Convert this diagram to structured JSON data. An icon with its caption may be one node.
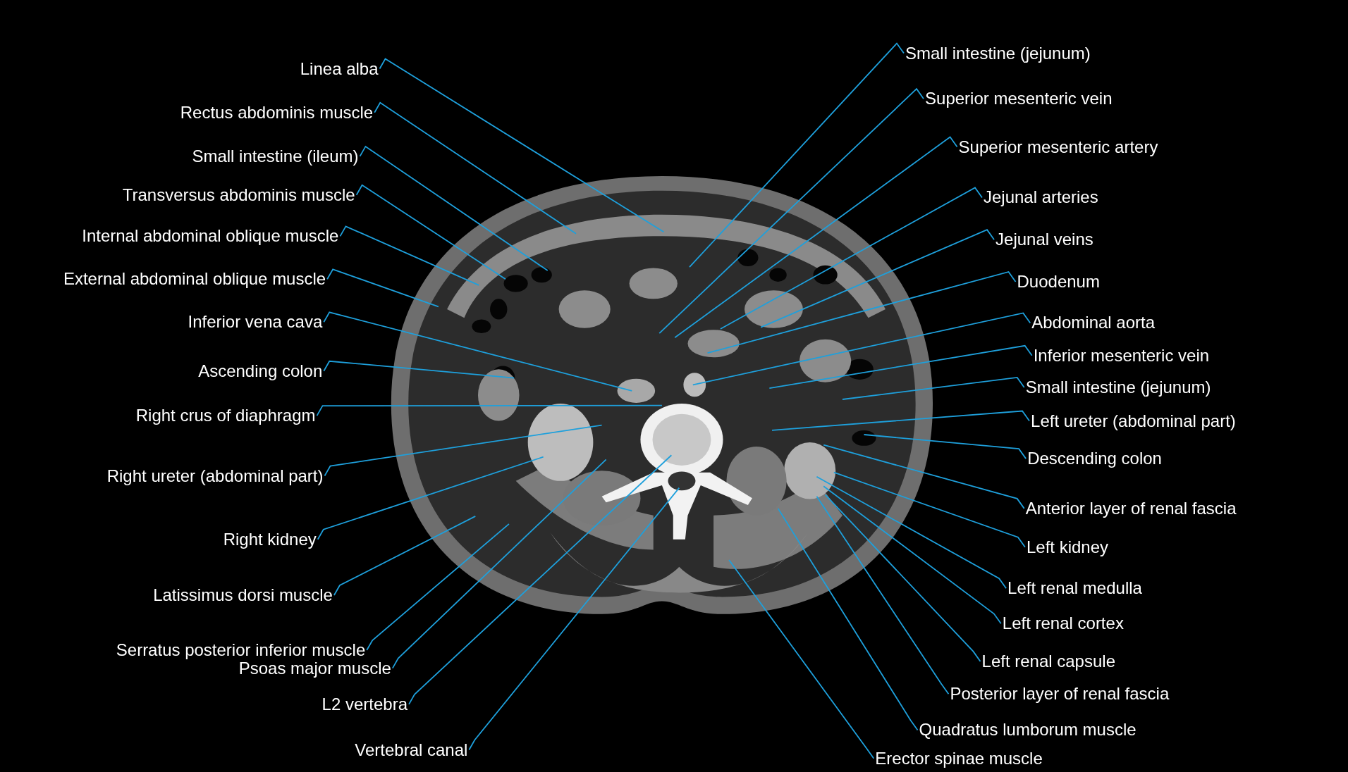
{
  "diagram": {
    "nodes": [
      {
        "text": [
          "Linea alba"
        ]
      },
      {
        "text": [
          "Rectus abdominis muscle"
        ]
      },
      {
        "text": [
          "Small intestine (ileum)"
        ]
      },
      {
        "text": [
          "Transversus abdominis muscle"
        ]
      },
      {
        "text": [
          "Internal abdominal oblique muscle"
        ]
      },
      {
        "text": [
          "External abdominal oblique muscle"
        ]
      },
      {
        "text": [
          "Inferior vena cava"
        ]
      },
      {
        "text": [
          "Ascending colon"
        ]
      },
      {
        "text": [
          "Right crus of diaphragm"
        ]
      },
      {
        "text": [
          "Right ureter (abdominal part)"
        ]
      },
      {
        "text": [
          "Right kidney"
        ]
      },
      {
        "text": [
          "Latissimus dorsi muscle"
        ]
      },
      {
        "text": [
          "Serratus posterior inferior muscle"
        ]
      },
      {
        "text": [
          "Psoas major muscle"
        ]
      },
      {
        "text": [
          "L2 vertebra"
        ]
      },
      {
        "text": [
          "Vertebral canal"
        ]
      },
      {
        "text": [
          "Small intestine (jejunum)"
        ]
      },
      {
        "text": [
          "Superior mesenteric vein"
        ]
      },
      {
        "text": [
          "Superior mesenteric artery"
        ]
      },
      {
        "text": [
          "Jejunal arteries"
        ]
      },
      {
        "text": [
          "Jejunal veins"
        ]
      },
      {
        "text": [
          "Duodenum"
        ]
      },
      {
        "text": [
          "Abdominal aorta"
        ]
      },
      {
        "text": [
          "Inferior mesenteric vein"
        ]
      },
      {
        "text": [
          "Small intestine (jejunum)"
        ]
      },
      {
        "text": [
          "Left ureter (abdominal part)"
        ]
      },
      {
        "text": [
          "Descending colon"
        ]
      },
      {
        "text": [
          "Anterior layer of renal fascia"
        ]
      },
      {
        "text": [
          "Left kidney"
        ]
      },
      {
        "text": [
          "Left renal medulla"
        ]
      },
      {
        "text": [
          "Left renal cortex"
        ]
      },
      {
        "text": [
          "Left renal capsule"
        ]
      },
      {
        "text": [
          "Posterior layer of renal fascia"
        ]
      },
      {
        "text": [
          "Quadratus lumborum muscle"
        ]
      },
      {
        "text": [
          "Erector spinae muscle"
        ]
      }
    ],
    "edges": [
      {
        "from": 0,
        "to": null,
        "arrow": "none"
      },
      {
        "from": 1,
        "to": null,
        "arrow": "none"
      },
      {
        "from": 2,
        "to": null,
        "arrow": "none"
      },
      {
        "from": 3,
        "to": null,
        "arrow": "none"
      },
      {
        "from": 4,
        "to": null,
        "arrow": "none"
      },
      {
        "from": 5,
        "to": null,
        "arrow": "none"
      },
      {
        "from": 6,
        "to": null,
        "arrow": "none"
      },
      {
        "from": 7,
        "to": null,
        "arrow": "none"
      },
      {
        "from": 8,
        "to": null,
        "arrow": "none"
      },
      {
        "from": 9,
        "to": null,
        "arrow": "none"
      },
      {
        "from": 10,
        "to": null,
        "arrow": "none"
      },
      {
        "from": 11,
        "to": null,
        "arrow": "none"
      },
      {
        "from": 12,
        "to": null,
        "arrow": "none"
      },
      {
        "from": 13,
        "to": null,
        "arrow": "none"
      },
      {
        "from": 14,
        "to": null,
        "arrow": "none"
      },
      {
        "from": 15,
        "to": null,
        "arrow": "none"
      },
      {
        "from": 16,
        "to": null,
        "arrow": "none"
      },
      {
        "from": 17,
        "to": null,
        "arrow": "none"
      },
      {
        "from": 18,
        "to": null,
        "arrow": "none"
      },
      {
        "from": 19,
        "to": null,
        "arrow": "none"
      },
      {
        "from": 20,
        "to": null,
        "arrow": "none"
      },
      {
        "from": 21,
        "to": null,
        "arrow": "none"
      },
      {
        "from": 22,
        "to": null,
        "arrow": "none"
      },
      {
        "from": 23,
        "to": null,
        "arrow": "none"
      },
      {
        "from": 24,
        "to": null,
        "arrow": "none"
      },
      {
        "from": 25,
        "to": null,
        "arrow": "none"
      },
      {
        "from": 26,
        "to": null,
        "arrow": "none"
      },
      {
        "from": 27,
        "to": null,
        "arrow": "none"
      },
      {
        "from": 28,
        "to": null,
        "arrow": "none"
      },
      {
        "from": 29,
        "to": null,
        "arrow": "none"
      },
      {
        "from": 30,
        "to": null,
        "arrow": "none"
      },
      {
        "from": 31,
        "to": null,
        "arrow": "none"
      },
      {
        "from": 32,
        "to": null,
        "arrow": "none"
      },
      {
        "from": 33,
        "to": null,
        "arrow": "none"
      },
      {
        "from": 34,
        "to": null,
        "arrow": "none"
      }
    ]
  }
}
